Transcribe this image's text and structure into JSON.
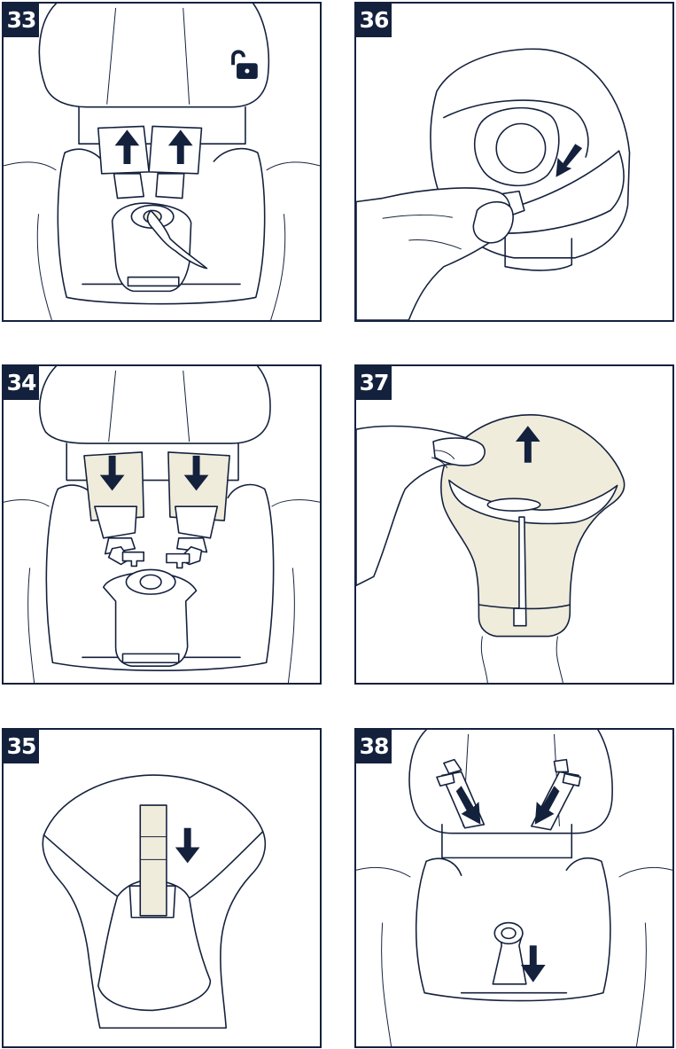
{
  "colors": {
    "navy": "#14213d",
    "cream": "#efecdc",
    "background": "#ffffff"
  },
  "panels": [
    {
      "id": "p33",
      "step": "33",
      "icons": [
        "unlock-icon",
        "arrow-up-icon",
        "arrow-up-icon"
      ]
    },
    {
      "id": "p36",
      "step": "36",
      "icons": [
        "arrow-down-left-icon"
      ]
    },
    {
      "id": "p34",
      "step": "34",
      "icons": [
        "arrow-down-icon",
        "arrow-down-icon"
      ]
    },
    {
      "id": "p37",
      "step": "37",
      "icons": [
        "arrow-up-icon"
      ]
    },
    {
      "id": "p35",
      "step": "35",
      "icons": [
        "arrow-down-icon"
      ]
    },
    {
      "id": "p38",
      "step": "38",
      "icons": [
        "arrow-down-right-icon",
        "arrow-down-left-icon",
        "arrow-down-icon"
      ]
    }
  ]
}
